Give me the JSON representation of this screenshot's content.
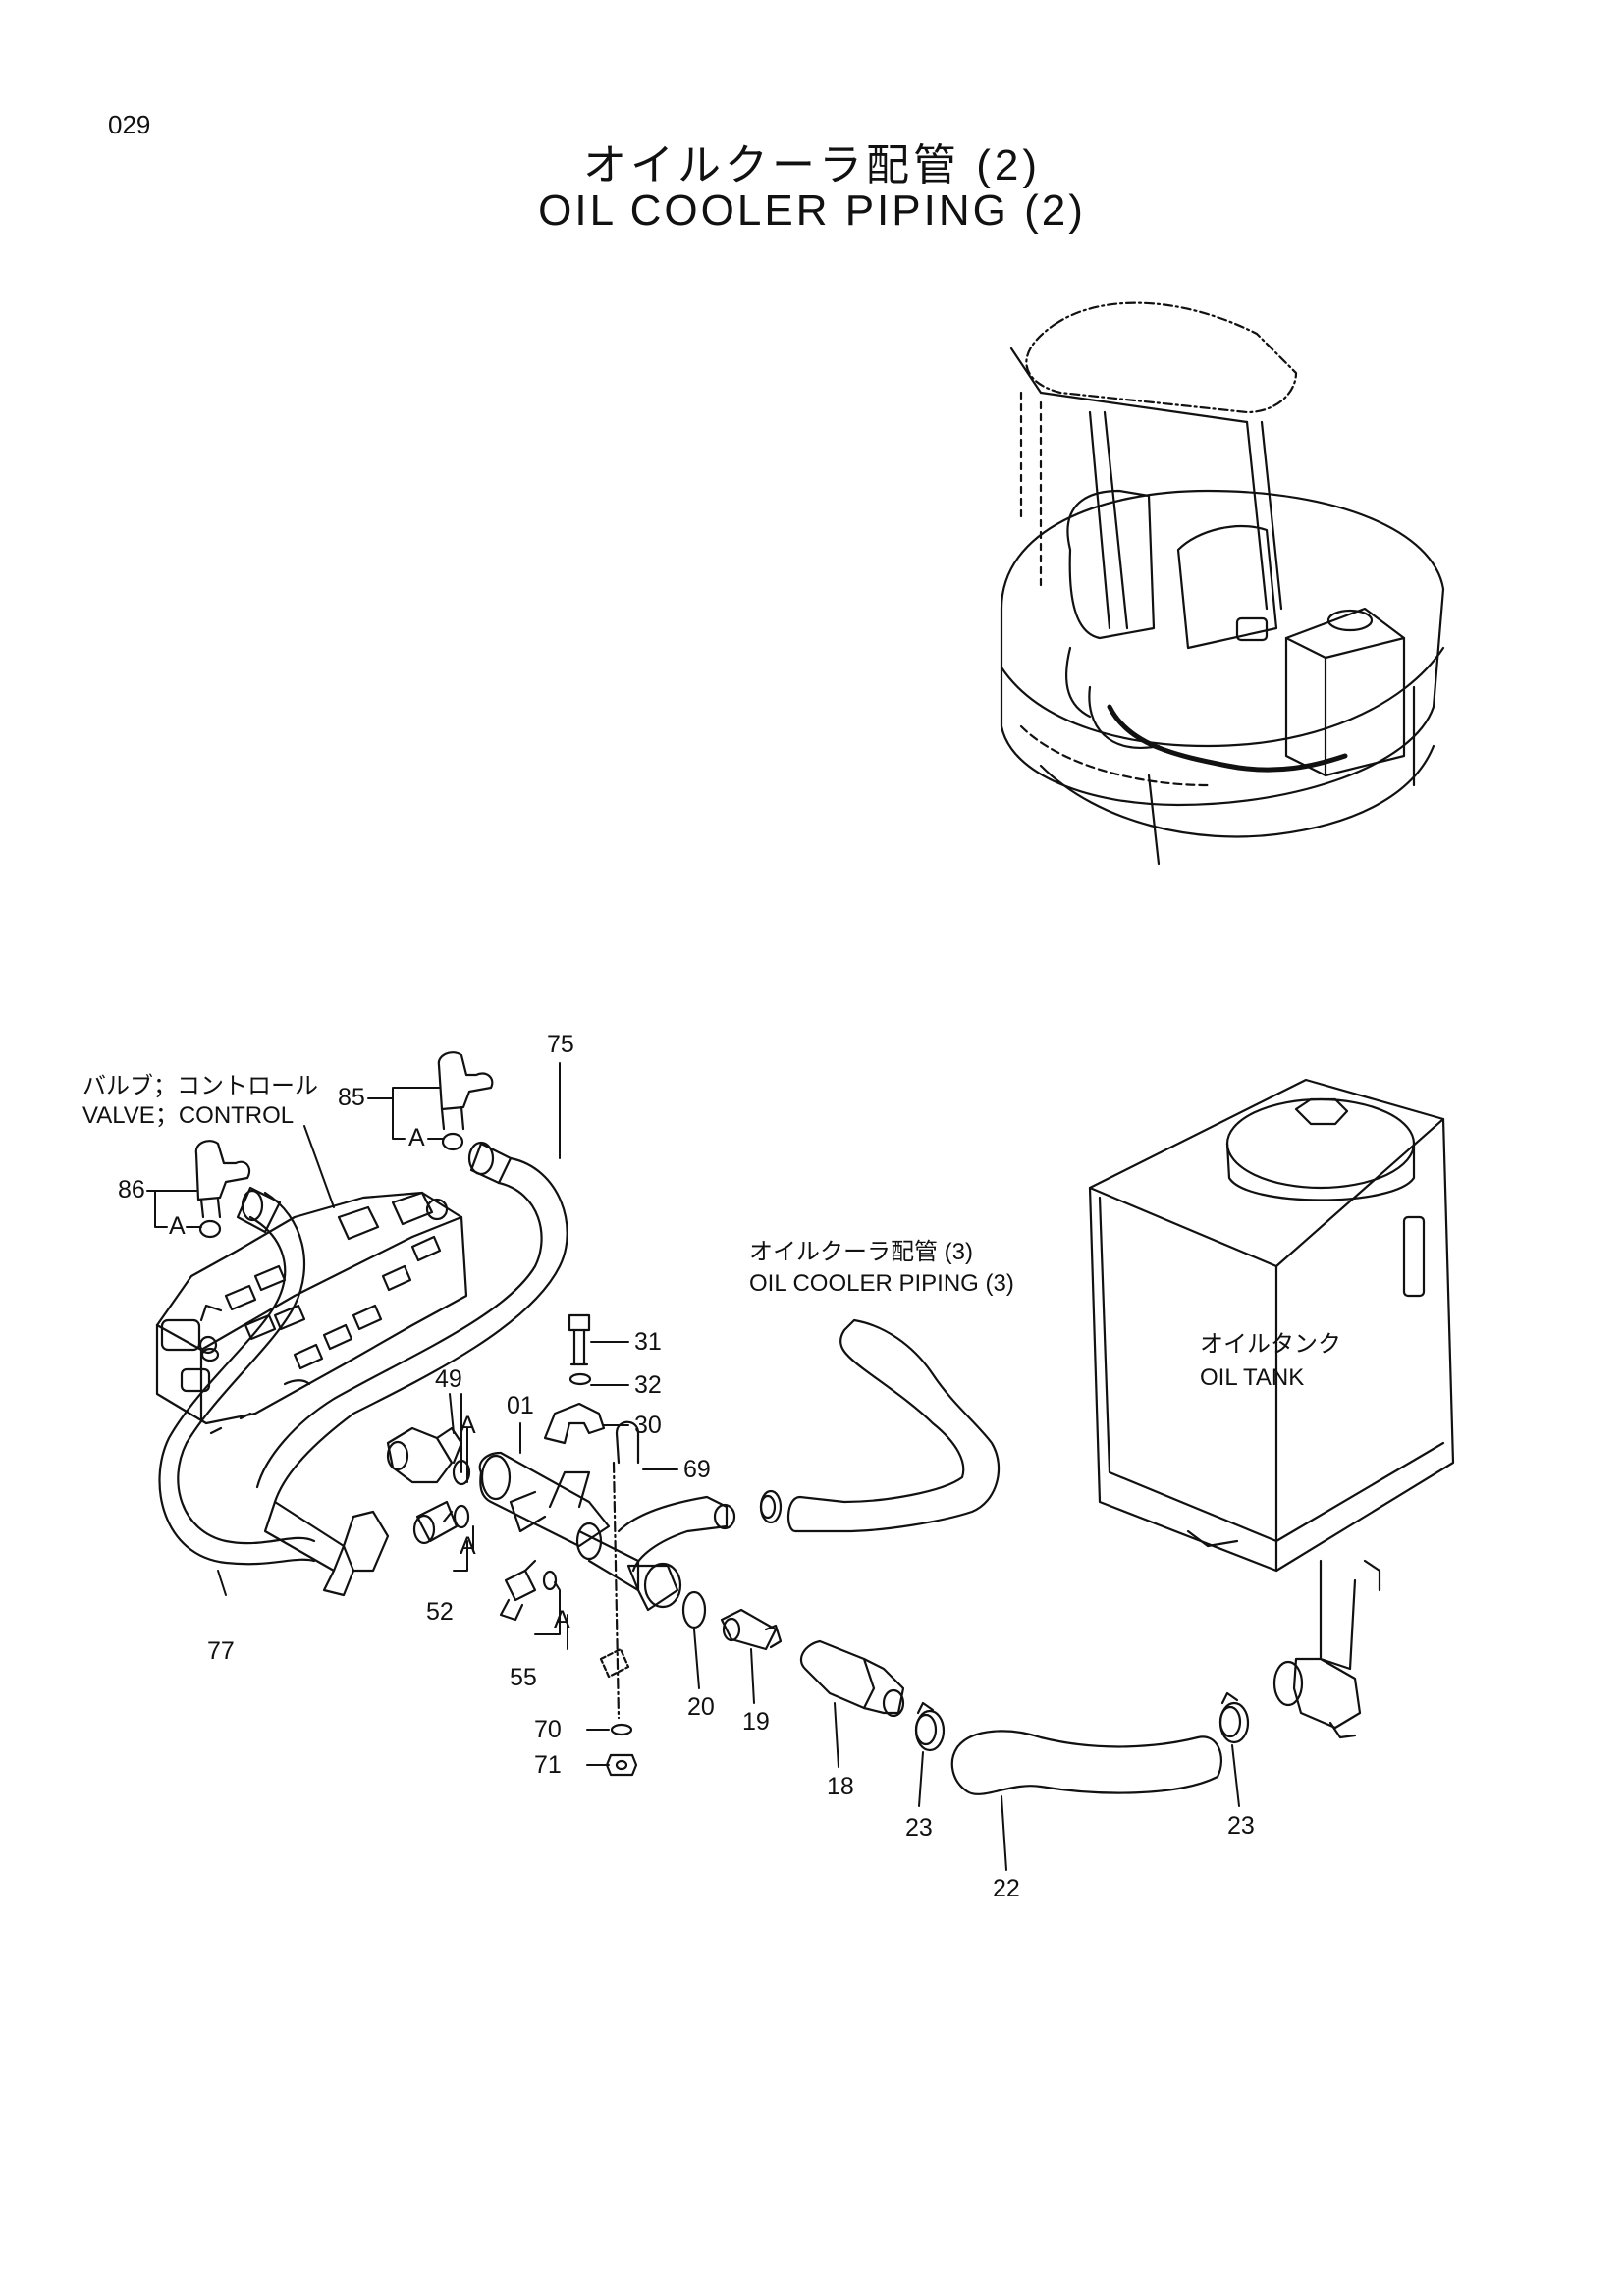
{
  "page_number": "029",
  "title_jp": "オイルクーラ配管 (2)",
  "title_en": "OIL COOLER PIPING (2)",
  "captions": {
    "valve_jp": "バルブ；コントロール",
    "valve_en": "VALVE；CONTROL",
    "piping3_jp": "オイルクーラ配管 (3)",
    "piping3_en": "OIL COOLER PIPING (3)",
    "tank_jp": "オイルタンク",
    "tank_en": "OIL TANK"
  },
  "part_labels": {
    "p75": "75",
    "p85": "85",
    "p86": "86",
    "p77": "77",
    "p49": "49",
    "p01": "01",
    "p31": "31",
    "p32": "32",
    "p30": "30",
    "p69": "69",
    "p52": "52",
    "p55": "55",
    "p70": "70",
    "p71": "71",
    "p20": "20",
    "p19": "19",
    "p18": "18",
    "p23a": "23",
    "p23b": "23",
    "p22": "22",
    "a1": "A",
    "a2": "A",
    "a3": "A",
    "a4": "A",
    "a5": "A"
  }
}
